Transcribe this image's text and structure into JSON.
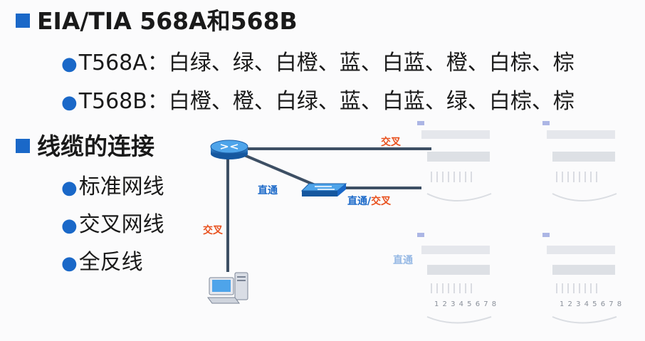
{
  "section1": {
    "title": "EIA/TIA 568A和568B",
    "items": [
      "T568A：白绿、绿、白橙、蓝、白蓝、橙、白棕、棕",
      "T568B：白橙、橙、白绿、蓝、白蓝、绿、白棕、棕"
    ]
  },
  "section2": {
    "title": "线缆的连接",
    "items": [
      "标准网线",
      "交叉网线",
      "全反线"
    ]
  },
  "diagram": {
    "label_router_pc": "交叉",
    "label_router_switch": "直通",
    "label_router_right": "交叉",
    "label_switch_right_a": "直通",
    "label_switch_right_sep": "/",
    "label_switch_right_b": "交叉",
    "label_faded": "直通",
    "pin_numbers_left": "1 2 3 4 5 6 7 8",
    "pin_numbers_right": "1 2 3 4 5 6 7 8"
  },
  "colors": {
    "accent_blue": "#1a68c8",
    "label_orange": "#e8501d",
    "cable": "#3d4f64"
  }
}
